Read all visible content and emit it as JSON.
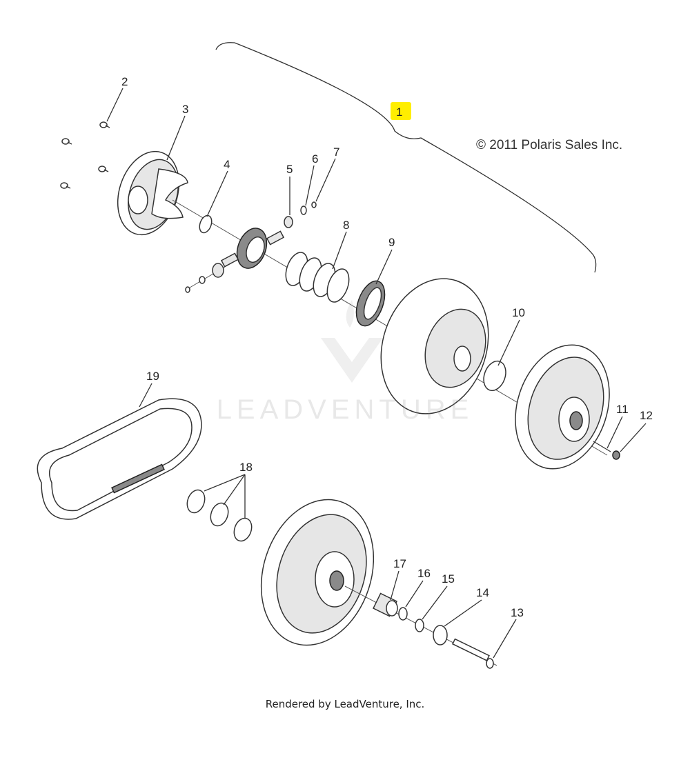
{
  "diagram": {
    "copyright": "© 2011 Polaris Sales Inc.",
    "footer": "Rendered by LeadVenture, Inc.",
    "watermark": "LEADVENTURE",
    "highlight_color": "#ffee00",
    "callouts": [
      {
        "id": "1",
        "highlighted": true
      },
      {
        "id": "2"
      },
      {
        "id": "3"
      },
      {
        "id": "4"
      },
      {
        "id": "5"
      },
      {
        "id": "6"
      },
      {
        "id": "7"
      },
      {
        "id": "8"
      },
      {
        "id": "9"
      },
      {
        "id": "10"
      },
      {
        "id": "11"
      },
      {
        "id": "12"
      },
      {
        "id": "13"
      },
      {
        "id": "14"
      },
      {
        "id": "15"
      },
      {
        "id": "16"
      },
      {
        "id": "17"
      },
      {
        "id": "18"
      },
      {
        "id": "19"
      }
    ]
  }
}
